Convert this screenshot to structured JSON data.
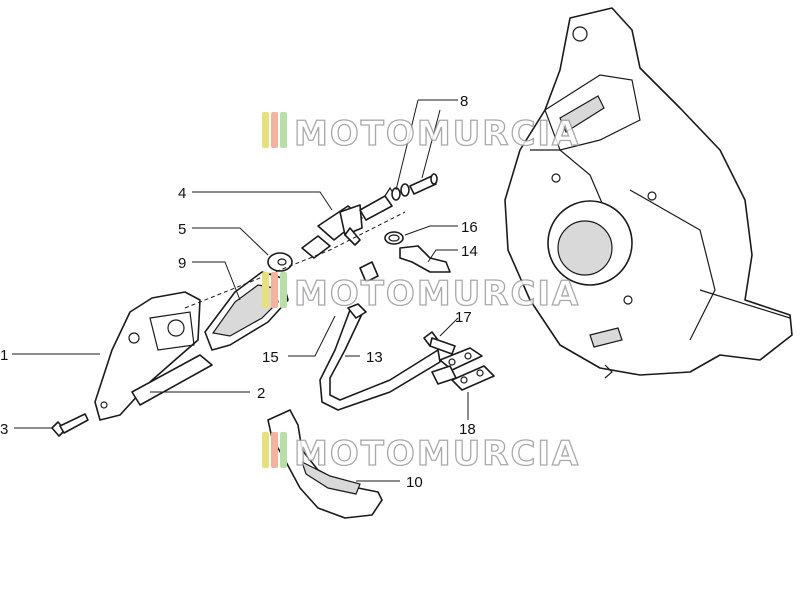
{
  "callouts": {
    "c1": "1",
    "c2": "2",
    "c3": "3",
    "c4": "4",
    "c5": "5",
    "c8": "8",
    "c9": "9",
    "c10": "10",
    "c13": "13",
    "c14": "14",
    "c15": "15",
    "c16": "16",
    "c17": "17",
    "c18": "18"
  },
  "watermark": {
    "text": "MOTOMURCIA",
    "colors": [
      "#e8e07a",
      "#f3b3a0",
      "#b7e0a8"
    ]
  }
}
